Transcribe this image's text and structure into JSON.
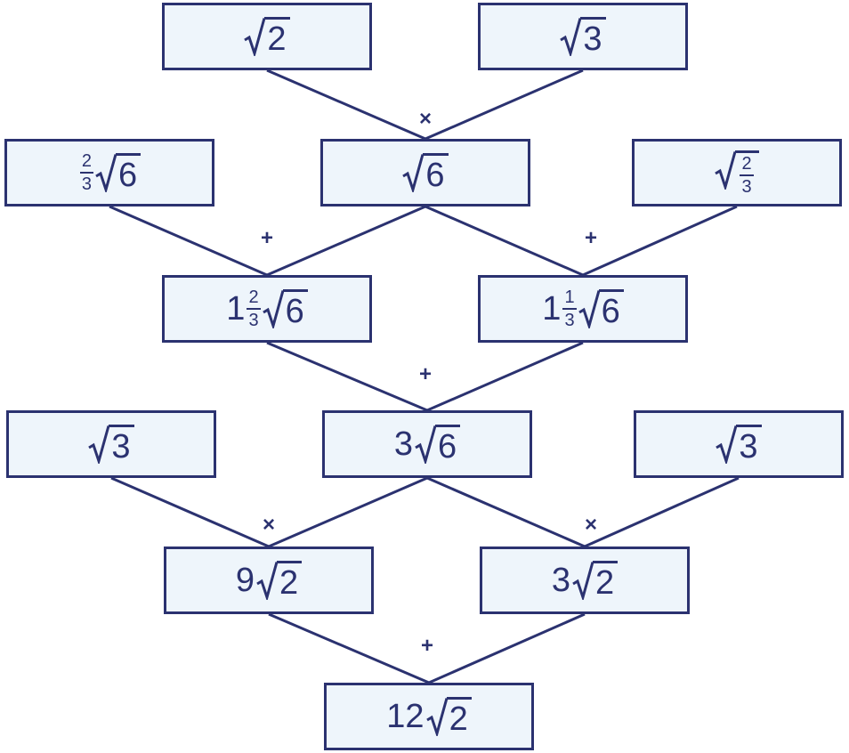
{
  "boxes": {
    "r1_left": {
      "radicand": "2"
    },
    "r1_right": {
      "radicand": "3"
    },
    "r2_left": {
      "frac_num": "2",
      "frac_den": "3",
      "radicand": "6"
    },
    "r2_mid": {
      "radicand": "6"
    },
    "r2_right": {
      "radicand_num": "2",
      "radicand_den": "3"
    },
    "r3_left": {
      "whole": "1",
      "frac_num": "2",
      "frac_den": "3",
      "radicand": "6"
    },
    "r3_right": {
      "whole": "1",
      "frac_num": "1",
      "frac_den": "3",
      "radicand": "6"
    },
    "r4_left": {
      "radicand": "3"
    },
    "r4_mid": {
      "coefficient": "3",
      "radicand": "6"
    },
    "r4_right": {
      "radicand": "3"
    },
    "r5_left": {
      "coefficient": "9",
      "radicand": "2"
    },
    "r5_right": {
      "coefficient": "3",
      "radicand": "2"
    },
    "r6_result": {
      "coefficient": "12",
      "radicand": "2"
    }
  },
  "operators": {
    "op1": "×",
    "op2_left": "+",
    "op2_right": "+",
    "op3": "+",
    "op4_left": "×",
    "op4_right": "×",
    "op5": "+"
  },
  "colors": {
    "stroke": "#2b3270",
    "box_fill": "#eef5fb"
  }
}
